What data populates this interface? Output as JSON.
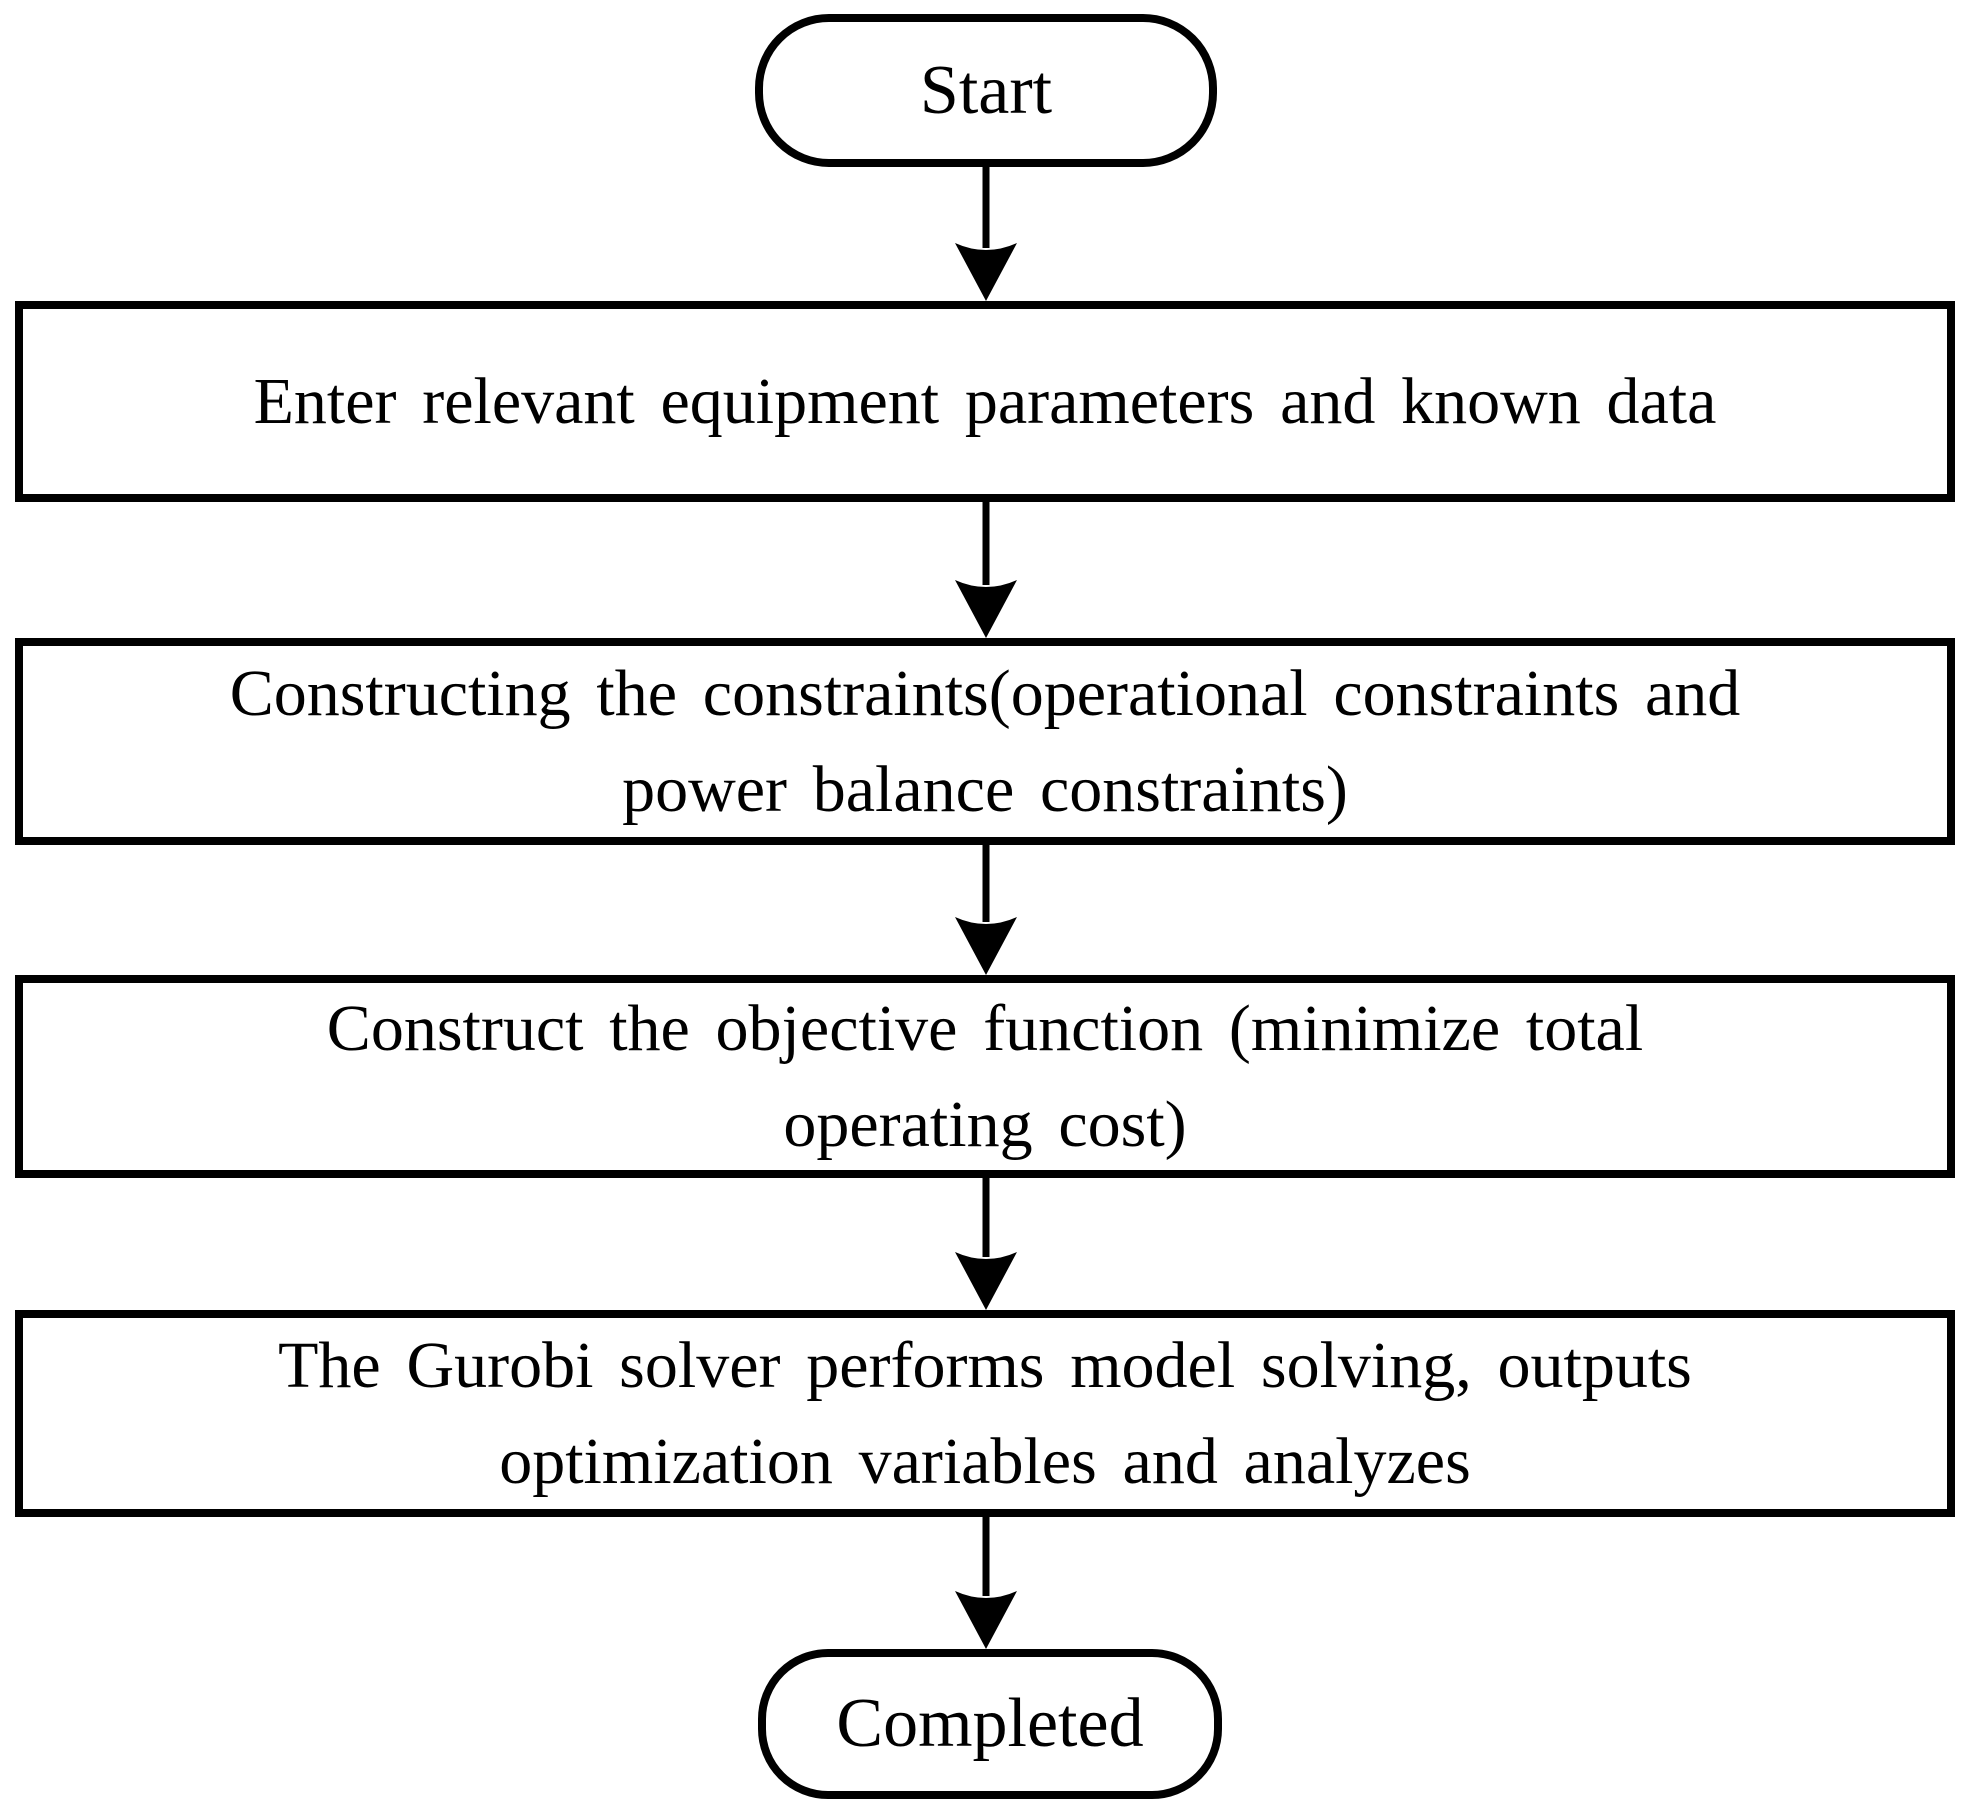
{
  "diagram": {
    "type": "flowchart",
    "direction": "top-down",
    "colors": {
      "stroke": "#000000",
      "fill": "#ffffff",
      "text": "#000000"
    },
    "nodes": [
      {
        "id": "start",
        "shape": "terminal",
        "label": "Start",
        "lines": [
          "Start"
        ]
      },
      {
        "id": "step-1",
        "shape": "process",
        "label": "Enter relevant equipment parameters and known data",
        "lines": [
          "Enter relevant equipment parameters and known data"
        ]
      },
      {
        "id": "step-2",
        "shape": "process",
        "label": "Constructing the constraints(operational constraints and power balance constraints)",
        "lines": [
          "Constructing the constraints(operational constraints and",
          "power balance constraints)"
        ]
      },
      {
        "id": "step-3",
        "shape": "process",
        "label": "Construct the objective function (minimize total operating cost)",
        "lines": [
          "Construct the objective function (minimize total",
          "operating cost)"
        ]
      },
      {
        "id": "step-4",
        "shape": "process",
        "label": "The Gurobi solver performs model solving, outputs optimization variables and analyzes",
        "lines": [
          "The Gurobi solver performs model solving, outputs",
          "optimization variables and analyzes"
        ]
      },
      {
        "id": "end",
        "shape": "terminal",
        "label": "Completed",
        "lines": [
          "Completed"
        ]
      }
    ],
    "edges": [
      {
        "from": "start",
        "to": "step-1"
      },
      {
        "from": "step-1",
        "to": "step-2"
      },
      {
        "from": "step-2",
        "to": "step-3"
      },
      {
        "from": "step-3",
        "to": "step-4"
      },
      {
        "from": "step-4",
        "to": "end"
      }
    ]
  }
}
